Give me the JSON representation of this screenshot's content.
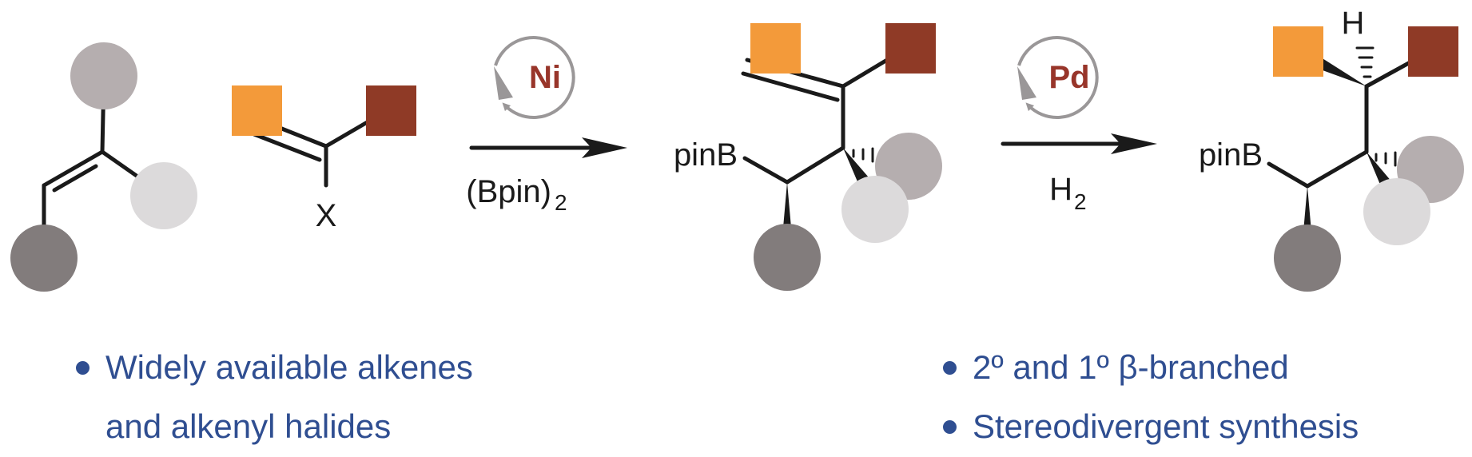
{
  "scheme": {
    "reagent_leaving_group": "X",
    "boron_group": "pinB",
    "step1": {
      "catalyst": "Ni",
      "reagent_main": "(Bpin)",
      "reagent_subscript": "2"
    },
    "step2": {
      "catalyst": "Pd",
      "reagent_main": "H",
      "reagent_subscript": "2"
    },
    "hydrogen_label": "H"
  },
  "colors": {
    "orange_square": "#f39a3a",
    "red_square": "#8f3a26",
    "gray_medium_circle": "#b5aeaf",
    "gray_light_circle": "#dcdadb",
    "gray_dark_circle": "#827c7c",
    "catalyst_text": "#98352a",
    "bullet_text": "#2f4e91"
  },
  "bullets_left": {
    "line1": "Widely available alkenes",
    "line2": "and alkenyl halides"
  },
  "bullets_right": {
    "item1": "2º and 1º β-branched",
    "item2": "Stereodivergent synthesis"
  }
}
